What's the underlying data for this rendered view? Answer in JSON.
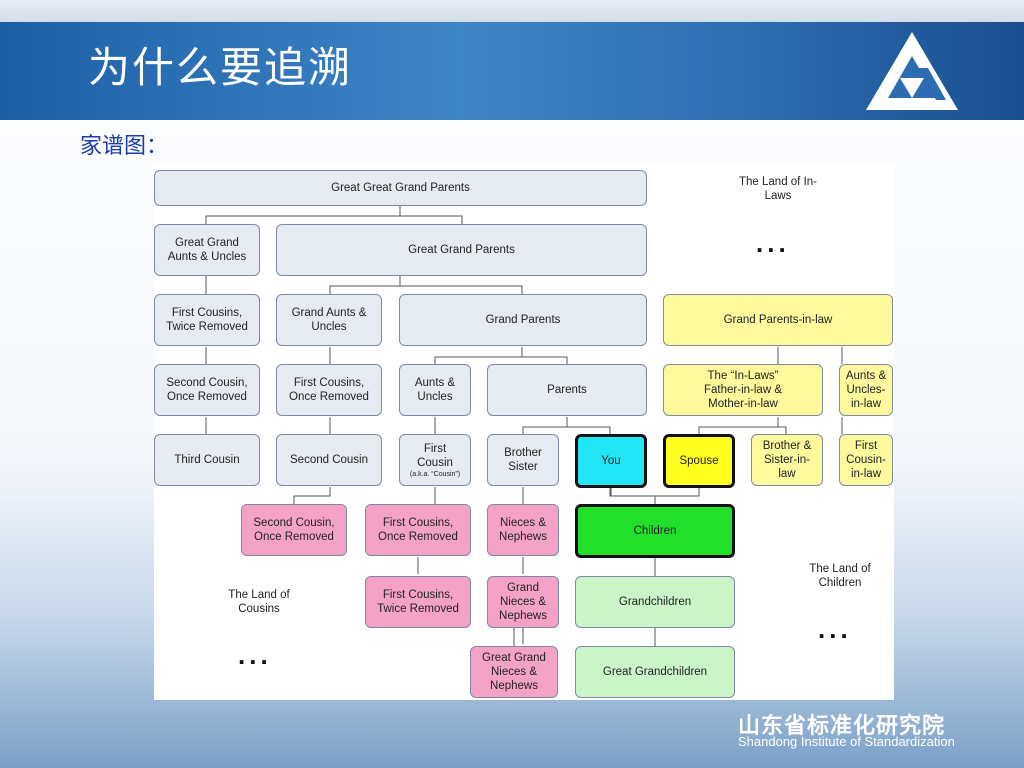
{
  "slide": {
    "title": "为什么要追溯",
    "subtitle": "家谱图：",
    "footer_org_cn": "山东省标准化研究院",
    "footer_org_en": "Shandong Institute of Standardization"
  },
  "tree": {
    "great_great_grand_parents": "Great Great Grand Parents",
    "great_grand_aunts_uncles": "Great Grand\nAunts & Uncles",
    "great_grand_parents": "Great Grand Parents",
    "first_cousins_twice_removed_top": "First Cousins,\nTwice Removed",
    "grand_aunts_uncles": "Grand Aunts &\nUncles",
    "grand_parents": "Grand Parents",
    "grand_parents_in_law": "Grand Parents-in-law",
    "second_cousin_once_removed_top": "Second Cousin,\nOnce Removed",
    "first_cousins_once_removed_top": "First Cousins,\nOnce Removed",
    "aunts_uncles": "Aunts &\nUncles",
    "parents": "Parents",
    "in_laws": "The “In-Laws”\nFather-in-law &\nMother-in-law",
    "aunts_uncles_in_law": "Aunts &\nUncles-\nin-law",
    "third_cousin": "Third Cousin",
    "second_cousin": "Second Cousin",
    "first_cousin": "First\nCousin",
    "first_cousin_aka": "(a.k.a. “Cousin”)",
    "brother_sister": "Brother\nSister",
    "you": "You",
    "spouse": "Spouse",
    "brother_sister_in_law": "Brother &\nSister-in-\nlaw",
    "first_cousin_in_law": "First\nCousin-\nin-law",
    "second_cousin_once_removed": "Second Cousin,\nOnce Removed",
    "first_cousins_once_removed": "First Cousins,\nOnce Removed",
    "nieces_nephews": "Nieces &\nNephews",
    "children": "Children",
    "first_cousins_twice_removed": "First Cousins,\nTwice Removed",
    "grand_nieces_nephews": "Grand\nNieces &\nNephews",
    "grandchildren": "Grandchildren",
    "great_grand_nieces_nephews": "Great Grand\nNieces &\nNephews",
    "great_grandchildren": "Great Grandchildren",
    "land_of_in_laws": "The Land of In-\nLaws",
    "land_of_children": "The Land of\nChildren",
    "land_of_cousins": "The Land of\nCousins",
    "ellipsis": "..."
  },
  "colors": {
    "header_blue": "#2c6cb0",
    "box_default": "#e6ebf2",
    "box_pink": "#f4a3c6",
    "box_yellow": "#fdfa9e",
    "you_cyan": "#22e6f5",
    "spouse_yellow": "#ffff22",
    "children_green": "#22e02a",
    "descendant_light_green": "#c9f5c9"
  }
}
